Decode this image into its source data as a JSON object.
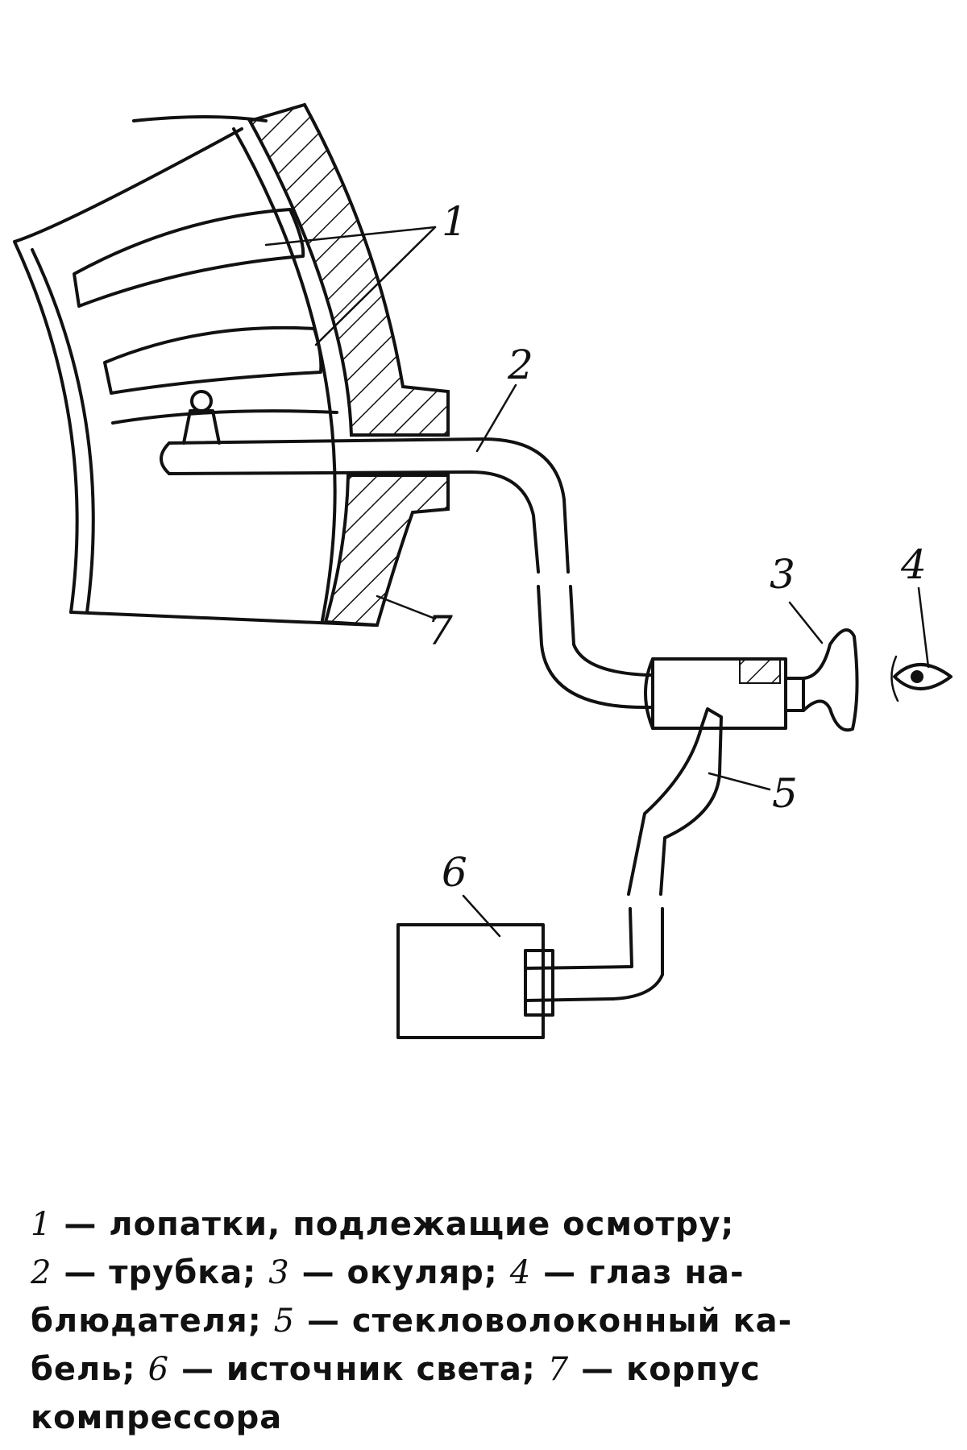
{
  "labels": {
    "blades": "1",
    "tube": "2",
    "eyepiece": "3",
    "eye": "4",
    "cable": "5",
    "light_source": "6",
    "housing": "7"
  },
  "caption": {
    "line1": {
      "n1": "1",
      "t1": " — лопатки, подлежащие осмотру;"
    },
    "line2": {
      "n2": "2",
      "t2": " — трубка; ",
      "n3": "3",
      "t3": " — окуляр; ",
      "n4": "4",
      "t4": " — глаз на-"
    },
    "line3": {
      "t1": "блюдателя; ",
      "n5": "5",
      "t2": " — стекловолоконный ка-"
    },
    "line4": {
      "t1": "бель; ",
      "n6": "6",
      "t2": " — источник света; ",
      "n7": "7",
      "t3": " — корпус"
    },
    "line5": {
      "t1": "компрессора"
    }
  }
}
